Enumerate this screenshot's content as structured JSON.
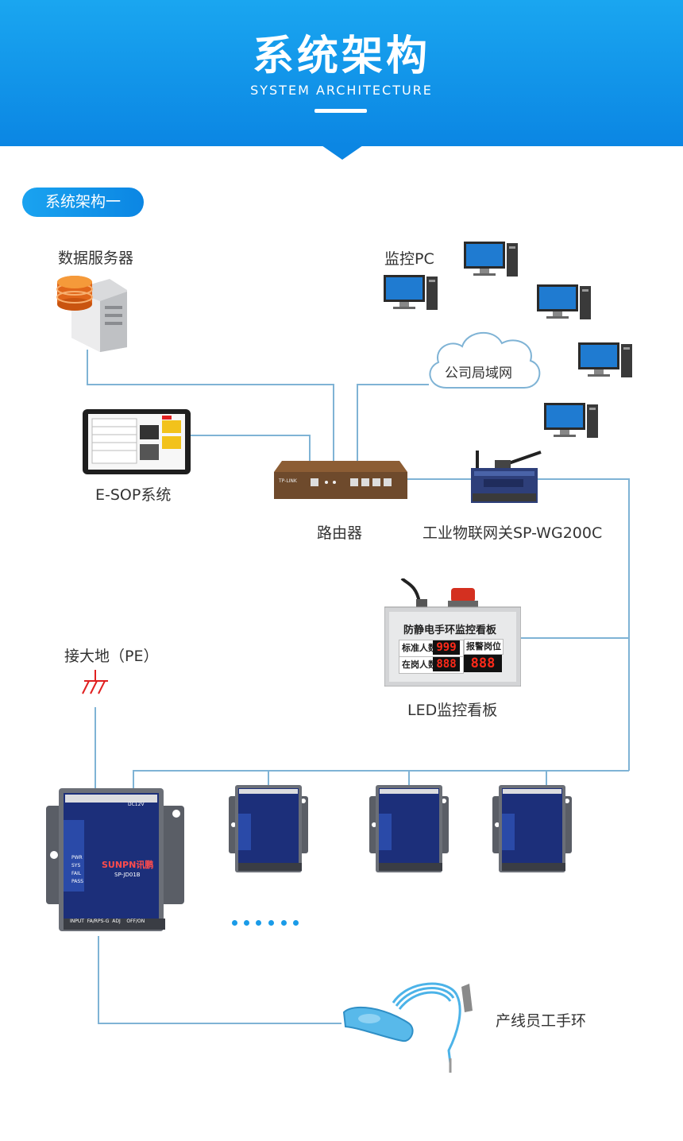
{
  "header": {
    "title": "系统架构",
    "subtitle": "SYSTEM ARCHITECTURE"
  },
  "section": {
    "label": "系统架构一"
  },
  "nodes": {
    "server": "数据服务器",
    "monitor_pc": "监控PC",
    "lan": "公司局域网",
    "esop": "E-SOP系统",
    "router": "路由器",
    "gateway": "工业物联网关SP-WG200C",
    "ground": "接大地（PE）",
    "led_board": "LED监控看板",
    "wristband": "产线员工手环"
  },
  "led_panel": {
    "title": "防静电手环监控看板",
    "row1_label": "标准人数",
    "row1_value": "999",
    "row2_label": "在岗人数",
    "row2_value": "888",
    "alarm_label": "报警岗位",
    "alarm_value": "888"
  },
  "router_brand": "TP-LINK",
  "module": {
    "brand": "SUNPN讯鹏",
    "model": "SP-JD01B",
    "power": "DC12V",
    "leds": [
      "PWR",
      "SYS",
      "FAIL",
      "PASS"
    ],
    "bottom_labels": [
      "INPUT",
      "FA/RPS-G",
      "ADJ",
      "OFF/ON"
    ]
  },
  "colors": {
    "header": "#0b86e3",
    "line": "#7fb3d5",
    "ground_symbol": "#e02020",
    "module_body": "#1c2f7a",
    "led_digits": "#ff2a1a"
  }
}
